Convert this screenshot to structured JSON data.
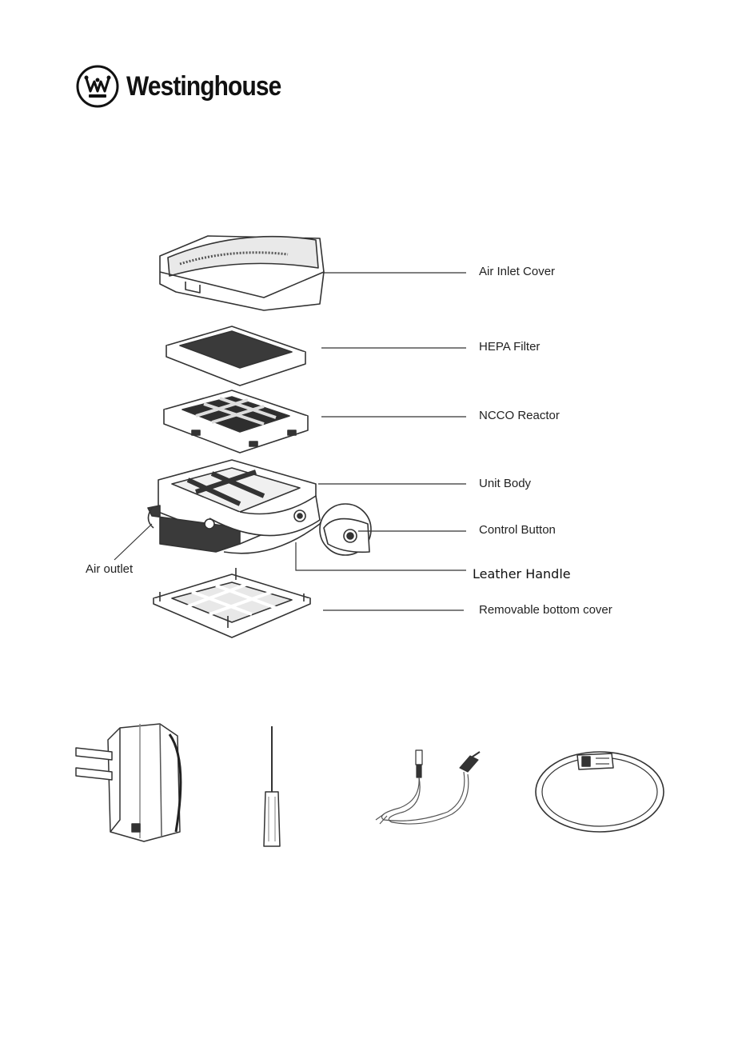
{
  "brand": {
    "name": "Westinghouse",
    "logo_icon": "westinghouse-w-logo-icon"
  },
  "diagram": {
    "labels": {
      "air_inlet_cover": "Air Inlet Cover",
      "hepa_filter": "HEPA Filter",
      "ncco_reactor": "NCCO Reactor",
      "unit_body": "Unit Body",
      "control_button": "Control Button",
      "leather_handle": "Leather Handle",
      "air_outlet": "Air outlet",
      "bottom_cover": "Removable bottom cover"
    }
  },
  "accessories": {
    "icons": [
      "power-adapter-icon",
      "screwdriver-icon",
      "usb-cable-icon",
      "strap-icon"
    ]
  },
  "colors": {
    "line": "#333333",
    "fill": "#ffffff",
    "dark": "#2a2a2a"
  }
}
